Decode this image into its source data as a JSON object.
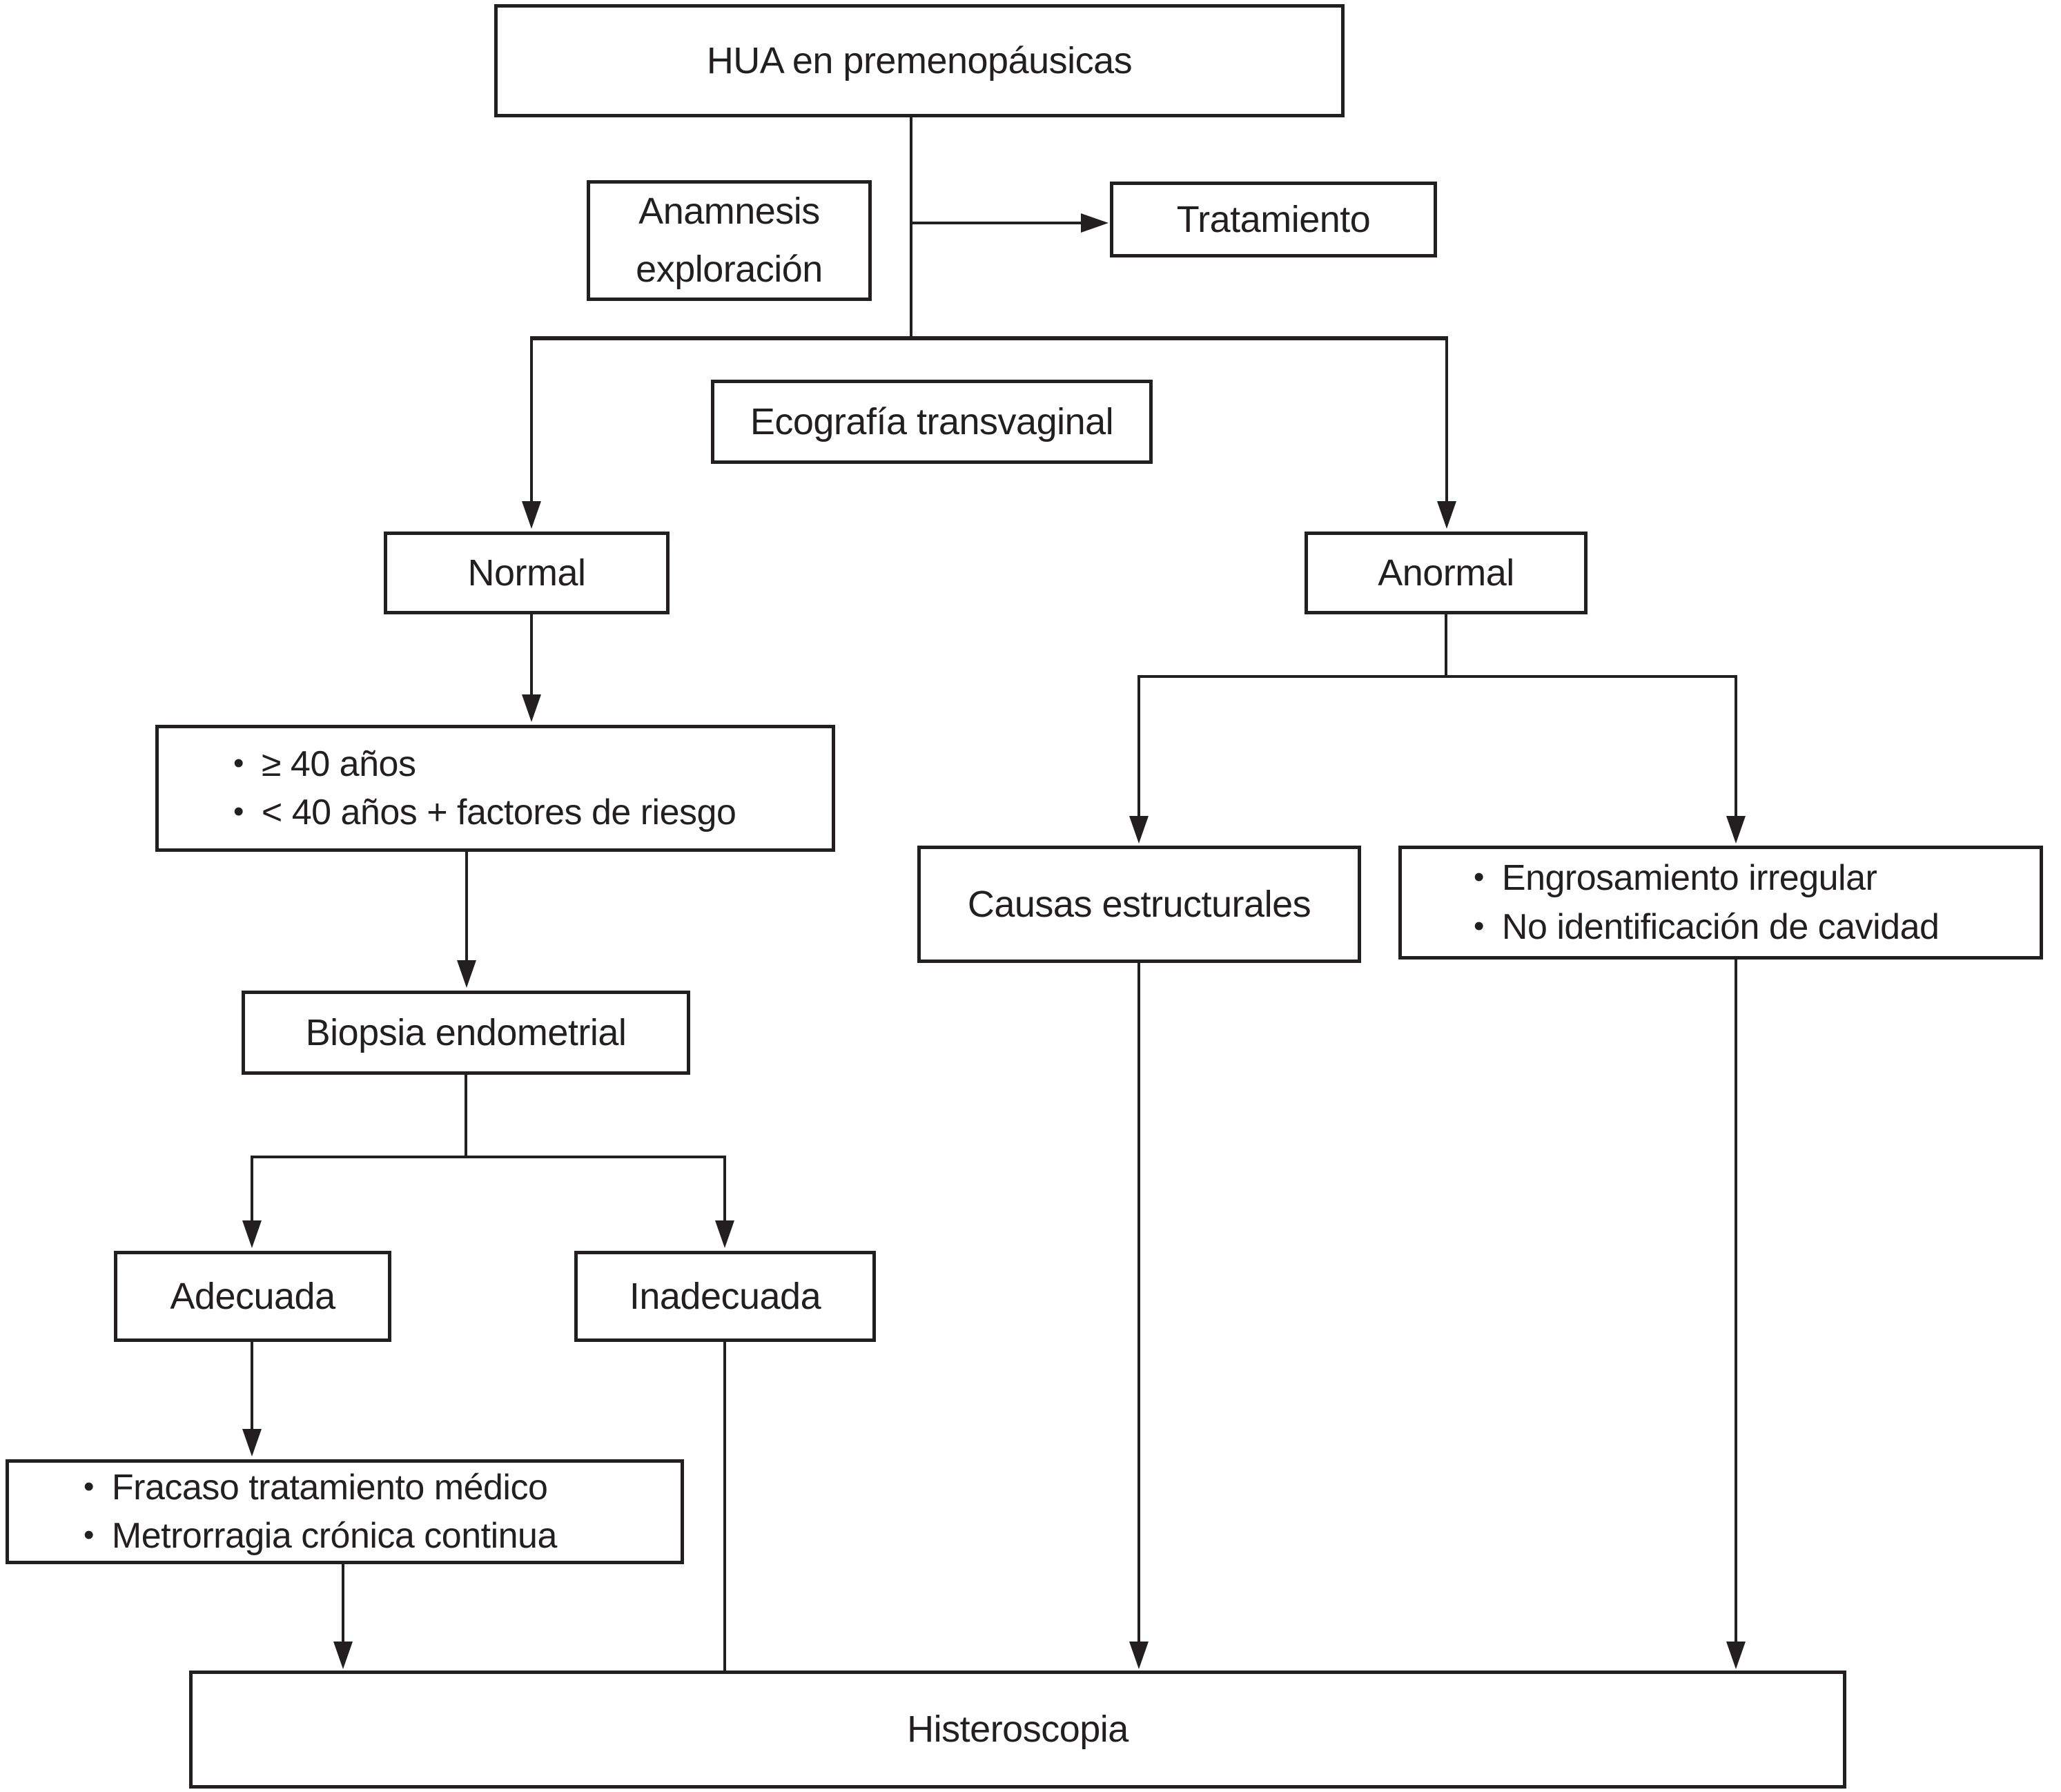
{
  "diagram": {
    "bullet_char": "•",
    "colors": {
      "ink": "#231f20",
      "box_bg": "#ffffff"
    },
    "nodes": {
      "hua": {
        "label": "HUA en premenopáusicas"
      },
      "anamnesis": {
        "lines": [
          "Anamnesis",
          "exploración"
        ]
      },
      "tratamiento": {
        "label": "Tratamiento"
      },
      "ecografia": {
        "label": "Ecografía transvaginal"
      },
      "normal": {
        "label": "Normal"
      },
      "anormal": {
        "label": "Anormal"
      },
      "riesgo": {
        "items": [
          "≥ 40 años",
          "< 40 años + factores de riesgo"
        ]
      },
      "biopsia": {
        "label": "Biopsia endometrial"
      },
      "adecuada": {
        "label": "Adecuada"
      },
      "inadecuada": {
        "label": "Inadecuada"
      },
      "fracaso": {
        "items": [
          "Fracaso tratamiento médico",
          "Metrorragia crónica continua"
        ]
      },
      "causas": {
        "label": "Causas estructurales"
      },
      "engrosamiento": {
        "items": [
          "Engrosamiento irregular",
          "No identificación de cavidad"
        ]
      },
      "histeroscopia": {
        "label": "Histeroscopia"
      }
    }
  }
}
